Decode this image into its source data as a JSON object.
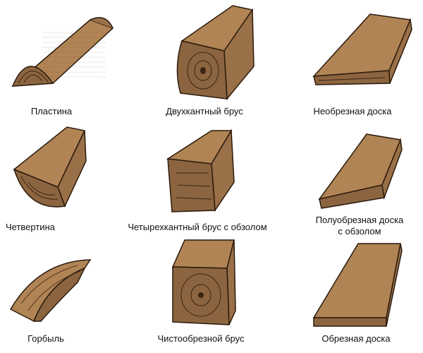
{
  "items": [
    {
      "label": "Пластина",
      "icon": "half-log"
    },
    {
      "label": "Двухкантный брус",
      "icon": "two-sided-beam"
    },
    {
      "label": "Необрезная доска",
      "icon": "unedged-board"
    },
    {
      "label": "Четвертина",
      "icon": "quarter-log"
    },
    {
      "label": "Четырехкантный брус с обзолом",
      "icon": "four-sided-beam-wane"
    },
    {
      "label_line1": "Полуобрезная доска",
      "label_line2": "с обзолом",
      "icon": "half-edged-board-wane"
    },
    {
      "label": "Горбыль",
      "icon": "slab"
    },
    {
      "label": "Чистообрезной брус",
      "icon": "clean-beam"
    },
    {
      "label": "Обрезная доска",
      "icon": "edged-board"
    }
  ],
  "colors": {
    "wood_top": "#b08455",
    "wood_side": "#9a7048",
    "wood_end": "#8c6540",
    "outline": "#2b1a0c",
    "grain": "#3a2412"
  }
}
